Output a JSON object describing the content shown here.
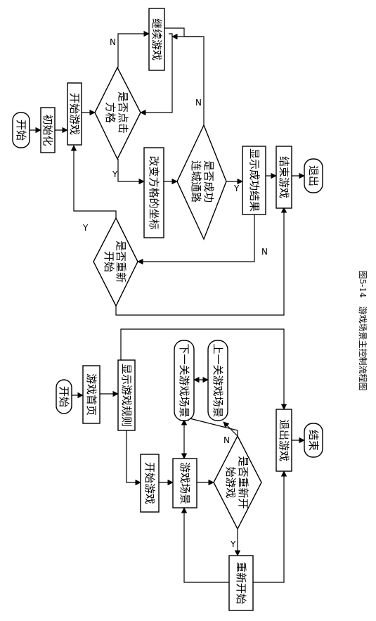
{
  "caption": "图5-14　游戏场景主控制流程图",
  "top": {
    "start": "开始",
    "init": "初始化",
    "begin_game": "开始游戏",
    "clicked_q1": "是否点击",
    "clicked_q2": "方格",
    "continue_game": "继续游戏",
    "change_coord": "改变方格的坐标",
    "connected_q1": "是否成功",
    "connected_q2": "连城通路",
    "show_success": "显示成功结果",
    "end_game": "结束游戏",
    "exit": "退出",
    "restart_q1": "是否重新",
    "restart_q2": "开始"
  },
  "bottom": {
    "start": "开始",
    "home": "游戏首页",
    "rules": "显示游戏规则",
    "begin_game": "开始游戏",
    "scene": "游戏场景",
    "next_scene": "下一关游戏场景",
    "prev_scene": "上一关游戏场景",
    "restart_q1": "是否重新开",
    "restart_q2": "始游戏",
    "restart": "重新开始",
    "quit_game": "退出游戏",
    "end": "结束"
  },
  "labels": {
    "yes": "Y",
    "no": "N"
  }
}
